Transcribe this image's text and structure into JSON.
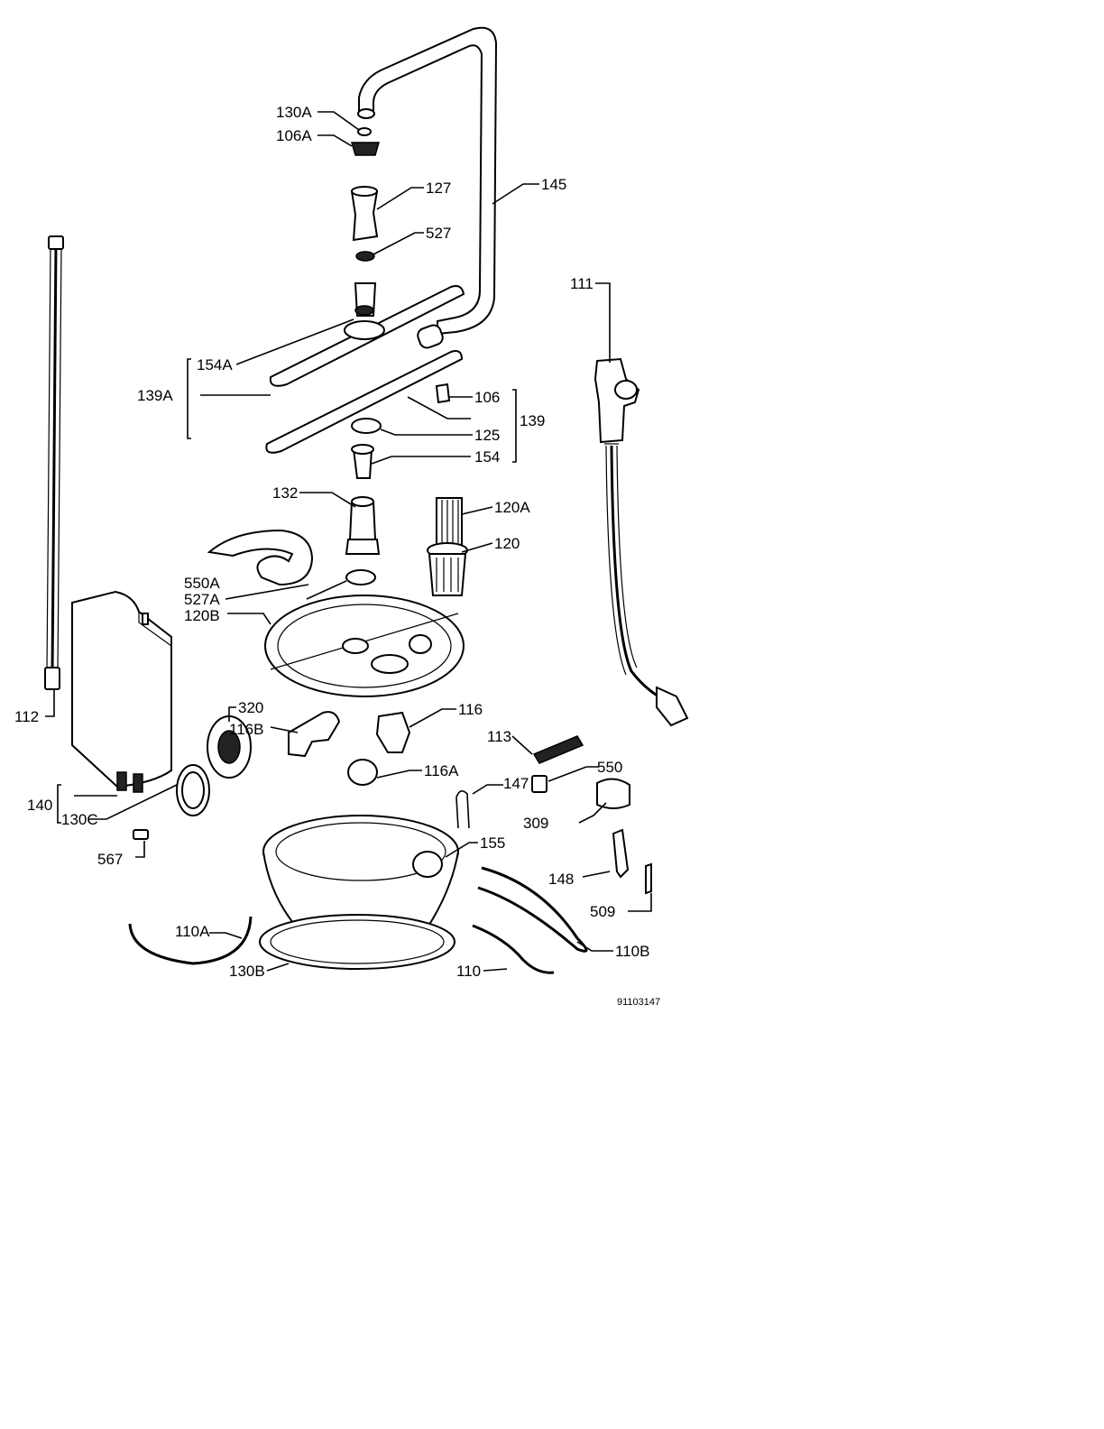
{
  "labels": {
    "l130A": "130A",
    "l106A": "106A",
    "l127": "127",
    "l145": "145",
    "l527": "527",
    "l111": "111",
    "l154A": "154A",
    "l139A": "139A",
    "l106": "106",
    "l139": "139",
    "l125": "125",
    "l154": "154",
    "l132": "132",
    "l120A": "120A",
    "l120": "120",
    "l550A": "550A",
    "l527A": "527A",
    "l120B": "120B",
    "l112": "112",
    "l320": "320",
    "l116B": "116B",
    "l116": "116",
    "l113": "113",
    "l116A": "116A",
    "l550": "550",
    "l147": "147",
    "l140": "140",
    "l130C": "130C",
    "l309": "309",
    "l567": "567",
    "l155": "155",
    "l148": "148",
    "l509": "509",
    "l110A": "110A",
    "l110B": "110B",
    "l130B": "130B",
    "l110": "110"
  },
  "figure_code": "91103147"
}
